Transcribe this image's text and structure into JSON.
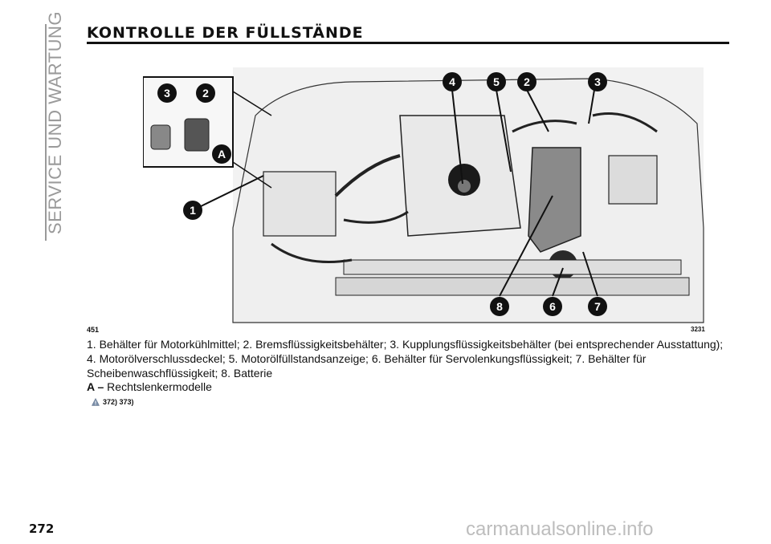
{
  "section_tab": "SERVICE UND WARTUNG",
  "title": "KONTROLLE DER FÜLLSTÄNDE",
  "figure": {
    "number": "451",
    "code": "3231",
    "callouts": [
      "3",
      "2",
      "A",
      "1",
      "4",
      "5",
      "2",
      "3",
      "8",
      "6",
      "7"
    ]
  },
  "caption": "1. Behälter für Motorkühlmittel; 2. Bremsflüssigkeitsbehälter; 3. Kupplungsflüssigkeitsbehälter (bei entsprechender Ausstattung); 4. Motorölverschlussdeckel; 5. Motorölfüllstandsanzeige; 6. Behälter für Servolenkungsflüssigkeit; 7. Behälter für Scheibenwaschflüssigkeit; 8. Batterie",
  "legend": {
    "key": "A –",
    "text": "Rechtslenkermodelle"
  },
  "warning_refs": "372)  373)",
  "page_number": "272",
  "watermark": "carmanualsonline.info"
}
